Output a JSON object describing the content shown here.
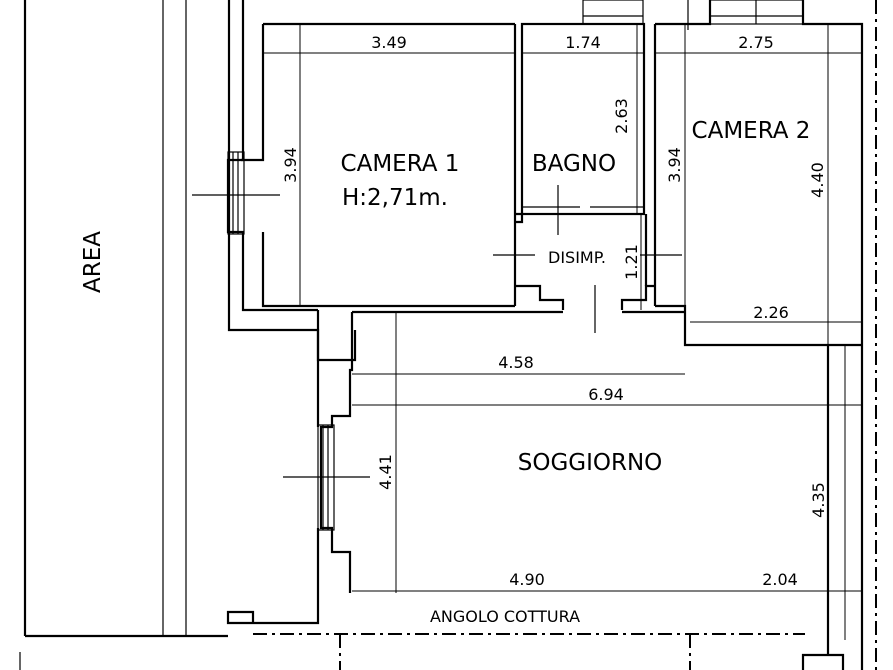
{
  "plan": {
    "area_label": "AREA",
    "rooms": {
      "camera1": {
        "name": "CAMERA 1",
        "height": "H:2,71m."
      },
      "bagno": {
        "name": "BAGNO"
      },
      "camera2": {
        "name": "CAMERA 2"
      },
      "disimp": {
        "name": "DISIMP."
      },
      "soggiorno": {
        "name": "SOGGIORNO"
      },
      "cottura": {
        "name": "ANGOLO COTTURA"
      }
    },
    "dimensions": {
      "camera1_width": "3.49",
      "bagno_width": "1.74",
      "camera2_width": "2.75",
      "bagno_depth": "2.63",
      "camera1_depth": "3.94",
      "camera2_depth_left": "3.94",
      "camera2_depth_right": "4.40",
      "disimp_depth": "1.21",
      "camera2_bottom": "2.26",
      "soggiorno_upper": "4.58",
      "soggiorno_total": "6.94",
      "soggiorno_left_depth": "4.41",
      "soggiorno_right_depth": "4.35",
      "soggiorno_bottom_left": "4.90",
      "soggiorno_bottom_right": "2.04"
    }
  }
}
